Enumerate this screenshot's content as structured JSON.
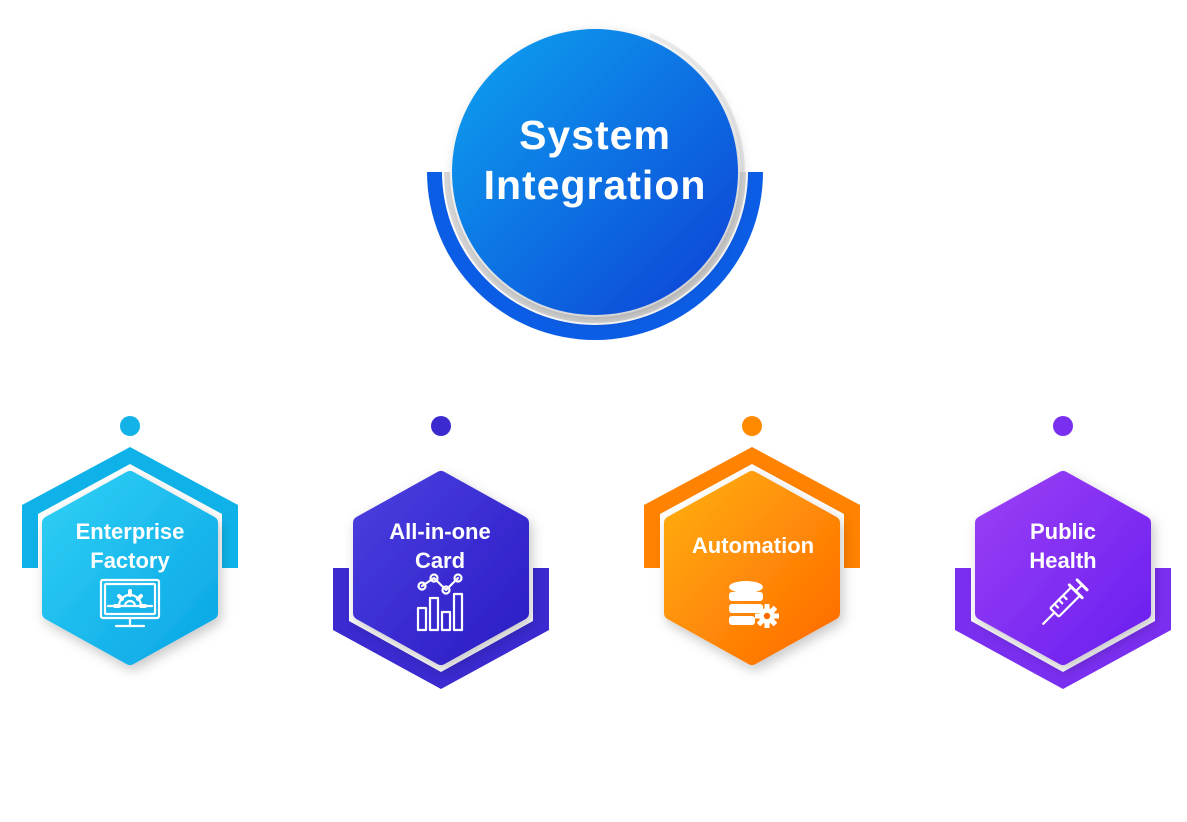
{
  "center": {
    "title_line1": "System",
    "title_line2": "Integration",
    "colors": {
      "light": "#10a4f0",
      "dark": "#0a3fd6",
      "ring": "#0c5de6"
    }
  },
  "cards": [
    {
      "label_line1": "Enterprise",
      "label_line2": "Factory",
      "icon": "monitor-gear-icon",
      "bracket": "top",
      "colors": {
        "light": "#2fd0f5",
        "dark": "#0aa6e6",
        "dot": "#13b3e8",
        "bracket": "#0fb2e8"
      }
    },
    {
      "label_line1": "All-in-one",
      "label_line2": "Card",
      "icon": "bar-chart-icon",
      "bracket": "bottom",
      "colors": {
        "light": "#4b3fe0",
        "dark": "#2a1cc4",
        "dot": "#3a2ad0",
        "bracket": "#3a2ad0"
      }
    },
    {
      "label_line1": "Automation",
      "label_line2": "",
      "icon": "database-gear-icon",
      "bracket": "top",
      "colors": {
        "light": "#ffae10",
        "dark": "#ff6a00",
        "dot": "#ff8a00",
        "bracket": "#ff8200"
      }
    },
    {
      "label_line1": "Public",
      "label_line2": "Health",
      "icon": "syringe-icon",
      "bracket": "bottom",
      "colors": {
        "light": "#9a3ff5",
        "dark": "#6a1ff0",
        "dot": "#7a2ff0",
        "bracket": "#7a2ff0"
      }
    }
  ]
}
